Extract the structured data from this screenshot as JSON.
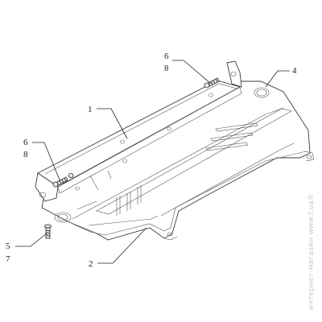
{
  "callouts": {
    "c1": "1",
    "c2": "2",
    "c4": "4",
    "c5": "5",
    "c6a": "6",
    "c6b": "6",
    "c7": "7",
    "c8a": "8",
    "c8b": "8"
  },
  "watermark": "интернет-магазин www.f.ua®"
}
